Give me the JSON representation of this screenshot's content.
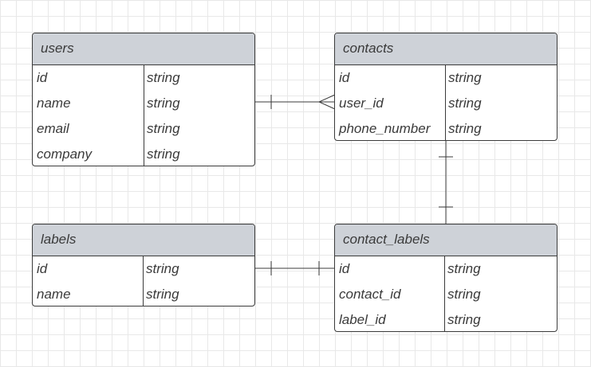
{
  "entities": {
    "users": {
      "title": "users",
      "fields": [
        {
          "name": "id",
          "type": "string"
        },
        {
          "name": "name",
          "type": "string"
        },
        {
          "name": "email",
          "type": "string"
        },
        {
          "name": "company",
          "type": "string"
        }
      ]
    },
    "contacts": {
      "title": "contacts",
      "fields": [
        {
          "name": "id",
          "type": "string"
        },
        {
          "name": "user_id",
          "type": "string"
        },
        {
          "name": "phone_number",
          "type": "string"
        }
      ]
    },
    "labels": {
      "title": "labels",
      "fields": [
        {
          "name": "id",
          "type": "string"
        },
        {
          "name": "name",
          "type": "string"
        }
      ]
    },
    "contact_labels": {
      "title": "contact_labels",
      "fields": [
        {
          "name": "id",
          "type": "string"
        },
        {
          "name": "contact_id",
          "type": "string"
        },
        {
          "name": "label_id",
          "type": "string"
        }
      ]
    }
  },
  "relationships": [
    {
      "from": "users",
      "to": "contacts",
      "from_cardinality": "one",
      "to_cardinality": "many"
    },
    {
      "from": "contacts",
      "to": "contact_labels",
      "from_cardinality": "one",
      "to_cardinality": "one"
    },
    {
      "from": "labels",
      "to": "contact_labels",
      "from_cardinality": "one",
      "to_cardinality": "one"
    }
  ],
  "colors": {
    "header_fill": "#ced2d8",
    "border": "#3b3b3b",
    "grid": "#e8e8e8",
    "text": "#3a3a3a"
  }
}
